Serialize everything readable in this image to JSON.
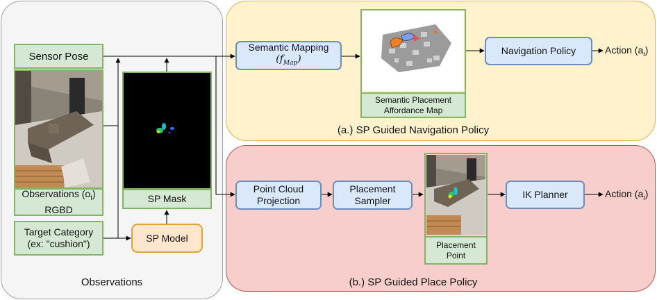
{
  "panels": {
    "observations": "Observations",
    "navigation": "(a.) SP Guided Navigation Policy",
    "place": "(b.) SP Guided Place Policy"
  },
  "boxes": {
    "sensor_pose": "Sensor Pose",
    "obs_caption_line1": "Observations (o",
    "obs_caption_sub": "t",
    "obs_caption_line1_end": ")",
    "obs_caption_line2": "RGBD",
    "sp_mask": "SP Mask",
    "target_line1": "Target Category",
    "target_line2": "(ex: \"cushion\")",
    "sp_model": "SP Model",
    "semantic_mapping_line1": "Semantic Mapping",
    "semantic_mapping_line2": "(f",
    "semantic_mapping_sub": "Map",
    "semantic_mapping_line2_end": ")",
    "affordance_line1": "Semantic Placement",
    "affordance_line2": "Affordance Map",
    "navigation_policy": "Navigation Policy",
    "point_cloud_line1": "Point Cloud",
    "point_cloud_line2": "Projection",
    "placement_sampler_line1": "Placement",
    "placement_sampler_line2": "Sampler",
    "placement_point_line1": "Placement",
    "placement_point_line2": "Point",
    "ik_planner": "IK Planner"
  },
  "outputs": {
    "action_prefix": "Action (a",
    "action_sub": "t",
    "action_suffix": ")"
  },
  "colors": {
    "gray_panel": "#f5f5f5",
    "yellow_panel": "#fff2cc",
    "red_panel": "#f8cecc",
    "green_box": "#d5e8d4",
    "blue_box": "#dae8fc",
    "orange_box": "#ffe6cc"
  }
}
